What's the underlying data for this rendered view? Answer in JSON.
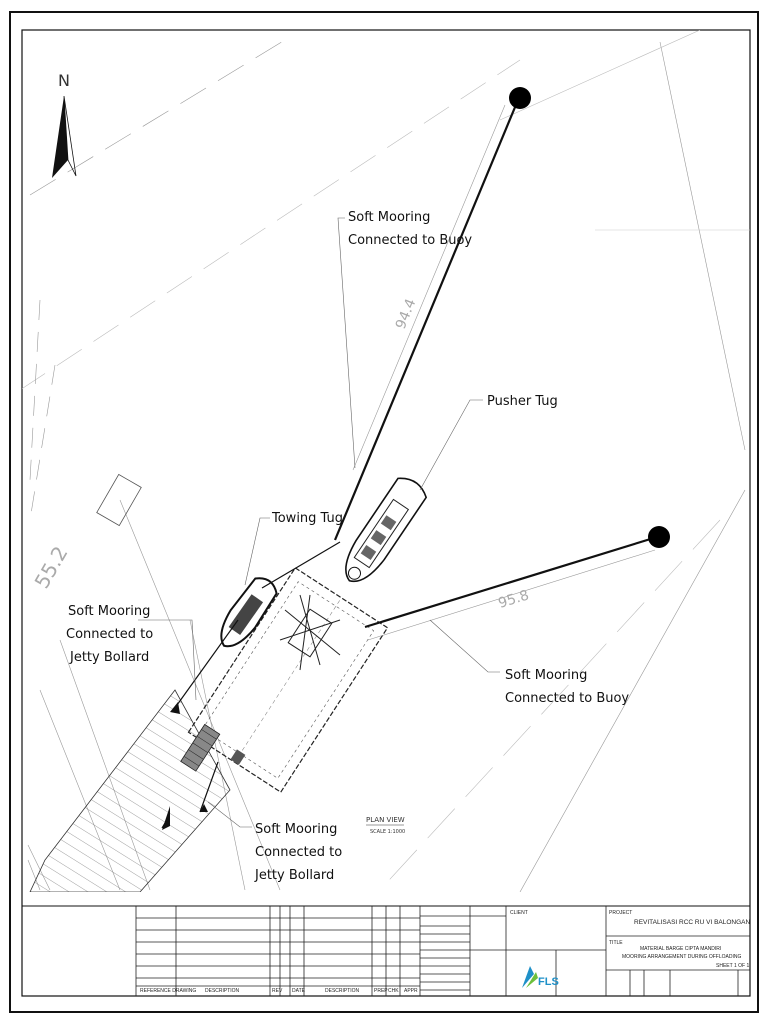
{
  "north": {
    "letter": "N"
  },
  "labels": {
    "buoy_top": [
      "Soft Mooring",
      "Connected to Buoy"
    ],
    "pusher_tug": "Pusher Tug",
    "towing_tug": "Towing Tug",
    "jetty_left": [
      "Soft Mooring",
      "Connected to",
      "Jetty Bollard"
    ],
    "buoy_right": [
      "Soft Mooring",
      "Connected to Buoy"
    ],
    "jetty_bottom": [
      "Soft Mooring",
      "Connected to",
      "Jetty Bollard"
    ]
  },
  "dimensions": {
    "top_line": "94.4",
    "right_line": "95.8",
    "jetty": "55.2"
  },
  "plan_view": {
    "title": "PLAN VIEW",
    "scale": "SCALE 1:1000"
  },
  "title_block": {
    "project_label": "PROJECT",
    "project": "REVITALISASI RCC RU VI BALONGAN",
    "title_label": "TITLE",
    "title_line1": "MATERIAL BARGE CIPTA MANDIRI",
    "title_line2": "MOORING ARRANGEMENT DURING OFFLOADING",
    "sheet": "SHEET 1 OF 1",
    "logo_text": "FLS",
    "client_label": "CLIENT",
    "col_rev": "REV",
    "col_date": "DATE",
    "col_description": "DESCRIPTION",
    "col_prep": "PREP",
    "col_chk": "CHK",
    "col_appr": "APPR",
    "ref_drawing": "REFERENCE DRAWING",
    "ref_description": "DESCRIPTION"
  },
  "colors": {
    "ink": "#111111",
    "buoy": "#000000",
    "hatch": "#777777"
  }
}
